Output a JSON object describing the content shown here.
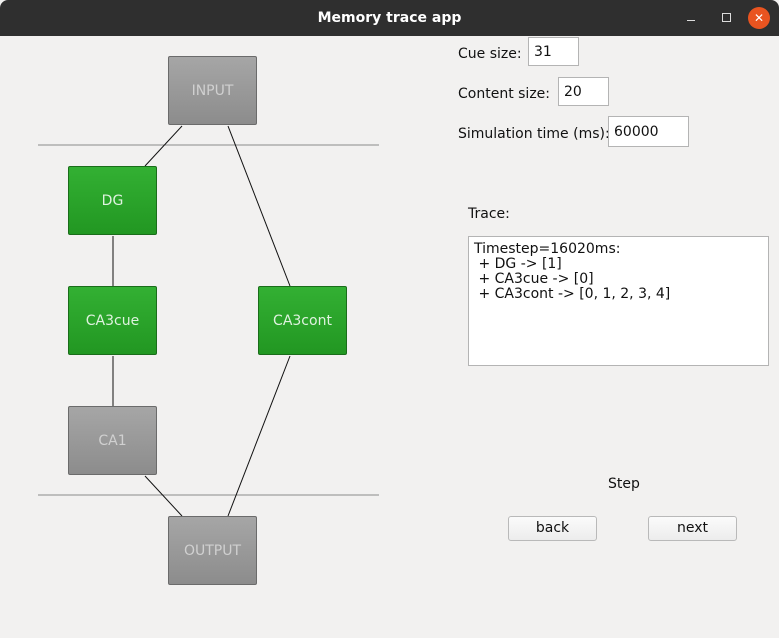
{
  "window": {
    "title": "Memory trace app",
    "controls": {
      "minimize": "minimize-icon",
      "maximize": "maximize-icon",
      "close": "close-icon"
    }
  },
  "diagram": {
    "nodes": {
      "input": "INPUT",
      "dg": "DG",
      "ca3cue": "CA3cue",
      "ca3cont": "CA3cont",
      "ca1": "CA1",
      "output": "OUTPUT"
    },
    "colors": {
      "active": "#2aa32a",
      "inactive": "#999999"
    }
  },
  "params": {
    "cue_size_label": "Cue size:",
    "cue_size_value": "31",
    "content_size_label": "Content size:",
    "content_size_value": "20",
    "sim_time_label": "Simulation time (ms):",
    "sim_time_value": "60000"
  },
  "trace": {
    "label": "Trace:",
    "lines": [
      "Timestep=16020ms:",
      " + DG -> [1]",
      " + CA3cue -> [0]",
      " + CA3cont -> [0, 1, 2, 3, 4]"
    ]
  },
  "step": {
    "label": "Step",
    "back": "back",
    "next": "next"
  }
}
